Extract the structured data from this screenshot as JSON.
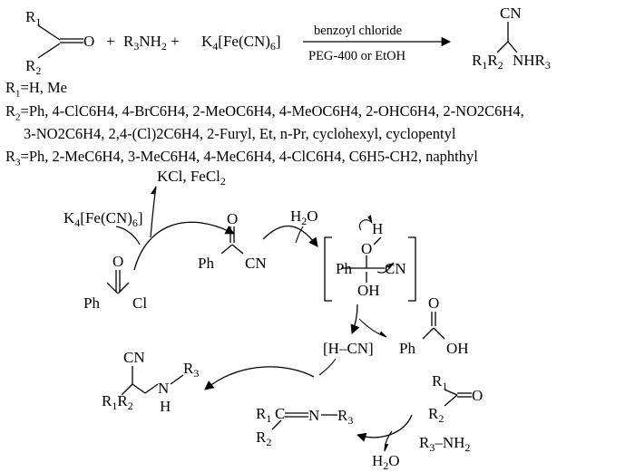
{
  "reaction": {
    "condition_top": "benzoyl chloride",
    "condition_bottom": "PEG-400 or EtOH"
  },
  "substituents": {
    "r1_label": "R",
    "r1_sub": "1",
    "r1_values": "=H, Me",
    "r2_label": "R",
    "r2_sub": "2",
    "r2_values_line1": "=Ph, 4-ClC6H4, 4-BrC6H4, 2-MeOC6H4, 4-MeOC6H4, 2-OHC6H4, 2-NO2C6H4,",
    "r2_values_line2": "3-NO2C6H4, 2,4-(Cl)2C6H4, 2-Furyl, Et, n-Pr, cyclohexyl, cyclopentyl",
    "r3_label": "R",
    "r3_sub": "3",
    "r3_values": "=Ph, 2-MeC6H4, 3-MeC6H4, 4-MeC6H4, 4-ClC6H4, C6H5-CH2, naphthyl"
  },
  "mechanism": {
    "kcl_fecl2": "KCl, FeCl2",
    "water": "H2O",
    "ph": "Ph",
    "cl": "Cl",
    "cn": "CN",
    "oh": "OH",
    "h": "H",
    "o": "O",
    "hcn": "[H–CN]"
  }
}
